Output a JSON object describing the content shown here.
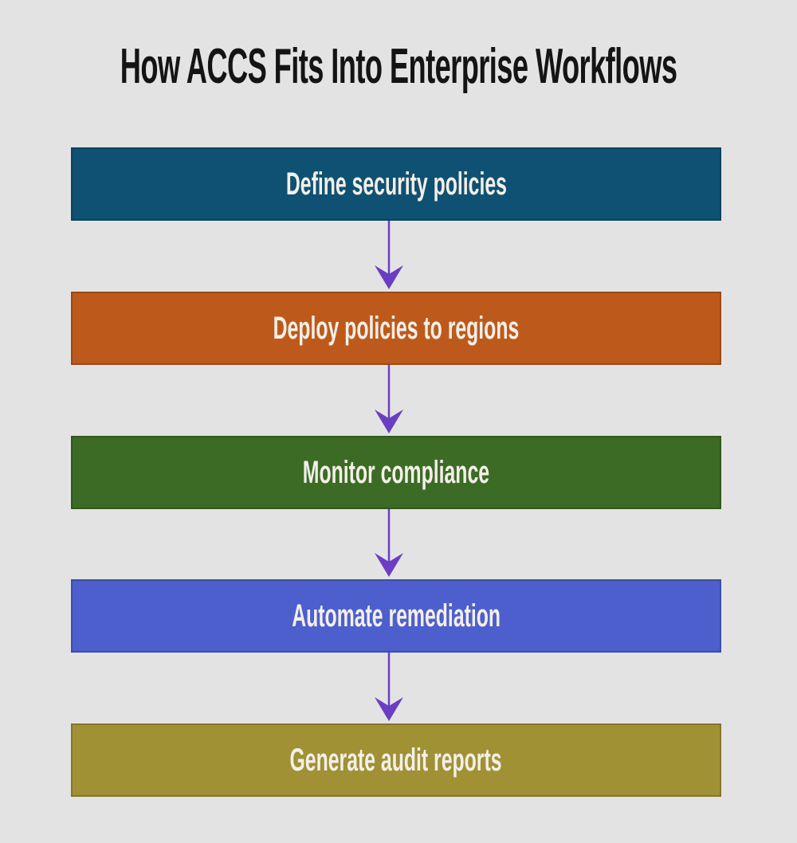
{
  "title": "How ACCS Fits Into Enterprise Workflows",
  "flow": {
    "direction": "top-to-bottom",
    "steps": [
      {
        "label": "Define security policies",
        "color": "#0f5172"
      },
      {
        "label": "Deploy policies to regions",
        "color": "#bd5a1b"
      },
      {
        "label": "Monitor compliance",
        "color": "#3c6b25"
      },
      {
        "label": "Automate remediation",
        "color": "#4c5fcd"
      },
      {
        "label": "Generate audit reports",
        "color": "#a09134"
      }
    ],
    "connector_color": "#6a3ec3"
  },
  "colors": {
    "background": "#e4e3e3",
    "title_text": "#141414",
    "step_text": "#f3efe8"
  }
}
